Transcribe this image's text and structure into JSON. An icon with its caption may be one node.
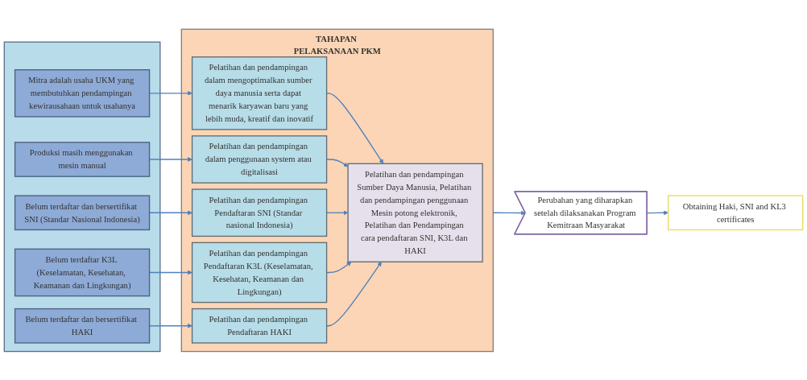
{
  "diagram": {
    "nodes": [
      {
        "text": [],
        "shape": "box"
      },
      {
        "text": [
          "Mitra adalah usaha UKM yang membutuhkan pendampingan kewirausahaan untuk usahanya"
        ],
        "in": 0
      },
      {
        "text": [
          "Produksi masih menggunakan mesin manual"
        ],
        "in": 0
      },
      {
        "text": [
          "Belum terdaftar dan bersertifikat SNI (Standar Nasional Indonesia)"
        ],
        "in": 0
      },
      {
        "text": [
          "Belum terdaftar K3L (Keselamatan, Kesehatan, Keamanan dan Lingkungan)"
        ],
        "in": 0
      },
      {
        "text": [
          "Belum terdaftar dan bersertifikat HAKI"
        ],
        "in": 0
      },
      {
        "text": [
          "TAHAPAN PELAKSANAAN PKM"
        ]
      },
      {
        "text": [
          "Pelatihan dan pendampingan dalam mengoptimalkan sumber daya manusia serta dapat menarik karyawan baru yang lebih muda, kreatif dan inovatif"
        ],
        "in": 6
      },
      {
        "text": [
          "Pelatihan dan pendampingan dalam penggunaan system atau digitalisasi"
        ],
        "in": 6
      },
      {
        "text": [
          "Pelatihan dan pendampingan Pendaftaran SNI (Standar nasional Indonesia)"
        ],
        "in": 6
      },
      {
        "text": [
          "Pelatihan dan pendampingan Pendaftaran K3L (Keselamatan, Kesehatan, Keamanan dan Lingkungan)"
        ],
        "in": 6
      },
      {
        "text": [
          "Pelatihan dan pendampingan Pendaftaran HAKI"
        ],
        "in": 6
      },
      {
        "text": [
          "Pelatihan dan pendampingan Sumber Daya Manusia, Pelatihan dan pendampingan penggunaan Mesin potong elektronik, Pelatihan dan Pendampingan cara pendaftaran SNI, K3L dan HAKI"
        ],
        "in": 6
      },
      {
        "text": [
          "Perubahan yang diharapkan setelah dilaksanakan Program Kemitraan Masyarakat"
        ]
      },
      {
        "text": [
          "Obtaining Haki, SNI and KL3 certificates"
        ]
      }
    ],
    "edges": [
      {
        "from": 1,
        "to": 7,
        "arrow": "to"
      },
      {
        "from": 2,
        "to": 8,
        "arrow": "to"
      },
      {
        "from": 3,
        "to": 9,
        "arrow": "to"
      },
      {
        "from": 4,
        "to": 10,
        "arrow": "to"
      },
      {
        "from": 5,
        "to": 11,
        "arrow": "to"
      },
      {
        "from": 7,
        "to": 12,
        "arrow": "to"
      },
      {
        "from": 8,
        "to": 12,
        "arrow": "to"
      },
      {
        "from": 9,
        "to": 12,
        "arrow": "to"
      },
      {
        "from": 10,
        "to": 12,
        "arrow": "to"
      },
      {
        "from": 11,
        "to": 12,
        "arrow": "to"
      },
      {
        "from": 6,
        "to": 13,
        "arrow": "to"
      },
      {
        "from": 13,
        "to": 14,
        "arrow": "to"
      }
    ]
  }
}
